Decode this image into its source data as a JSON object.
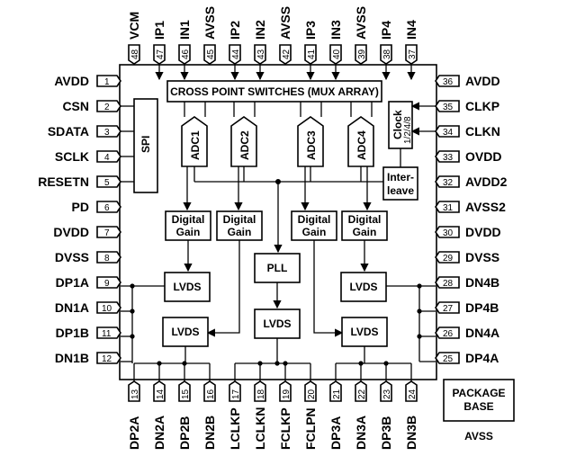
{
  "diagram": {
    "left_pins": [
      {
        "num": "1",
        "name": "AVDD"
      },
      {
        "num": "2",
        "name": "CSN"
      },
      {
        "num": "3",
        "name": "SDATA"
      },
      {
        "num": "4",
        "name": "SCLK"
      },
      {
        "num": "5",
        "name": "RESETN"
      },
      {
        "num": "6",
        "name": "PD"
      },
      {
        "num": "7",
        "name": "DVDD"
      },
      {
        "num": "8",
        "name": "DVSS"
      },
      {
        "num": "9",
        "name": "DP1A"
      },
      {
        "num": "10",
        "name": "DN1A"
      },
      {
        "num": "11",
        "name": "DP1B"
      },
      {
        "num": "12",
        "name": "DN1B"
      }
    ],
    "right_pins": [
      {
        "num": "36",
        "name": "AVDD"
      },
      {
        "num": "35",
        "name": "CLKP"
      },
      {
        "num": "34",
        "name": "CLKN"
      },
      {
        "num": "33",
        "name": "OVDD"
      },
      {
        "num": "32",
        "name": "AVDD2"
      },
      {
        "num": "31",
        "name": "AVSS2"
      },
      {
        "num": "30",
        "name": "DVDD"
      },
      {
        "num": "29",
        "name": "DVSS"
      },
      {
        "num": "28",
        "name": "DN4B"
      },
      {
        "num": "27",
        "name": "DP4B"
      },
      {
        "num": "26",
        "name": "DN4A"
      },
      {
        "num": "25",
        "name": "DP4A"
      }
    ],
    "top_pins": [
      {
        "num": "48",
        "name": "VCM"
      },
      {
        "num": "47",
        "name": "IP1"
      },
      {
        "num": "46",
        "name": "IN1"
      },
      {
        "num": "45",
        "name": "AVSS"
      },
      {
        "num": "44",
        "name": "IP2"
      },
      {
        "num": "43",
        "name": "IN2"
      },
      {
        "num": "42",
        "name": "AVSS"
      },
      {
        "num": "41",
        "name": "IP3"
      },
      {
        "num": "40",
        "name": "IN3"
      },
      {
        "num": "39",
        "name": "AVSS"
      },
      {
        "num": "38",
        "name": "IP4"
      },
      {
        "num": "37",
        "name": "IN4"
      }
    ],
    "bottom_pins": [
      {
        "num": "13",
        "name": "DP2A"
      },
      {
        "num": "14",
        "name": "DN2A"
      },
      {
        "num": "15",
        "name": "DP2B"
      },
      {
        "num": "16",
        "name": "DN2B"
      },
      {
        "num": "17",
        "name": "LCLKP"
      },
      {
        "num": "18",
        "name": "LCLKN"
      },
      {
        "num": "19",
        "name": "FCLKP"
      },
      {
        "num": "20",
        "name": "FCLPN"
      },
      {
        "num": "21",
        "name": "DP3A"
      },
      {
        "num": "22",
        "name": "DN3A"
      },
      {
        "num": "23",
        "name": "DP3B"
      },
      {
        "num": "24",
        "name": "DN3B"
      }
    ],
    "blocks": {
      "mux": "CROSS POINT SWITCHES (MUX ARRAY)",
      "spi": "SPI",
      "adc1": "ADC1",
      "adc2": "ADC2",
      "adc3": "ADC3",
      "adc4": "ADC4",
      "clock_line1": "Clock",
      "clock_line2": "1/2/4/8",
      "interleave_line1": "Inter-",
      "interleave_line2": "leave",
      "dg_line1": "Digital",
      "dg_line2": "Gain",
      "pll": "PLL",
      "lvds": "LVDS",
      "package_line1": "PACKAGE",
      "package_line2": "BASE",
      "package_pin": "AVSS"
    }
  }
}
